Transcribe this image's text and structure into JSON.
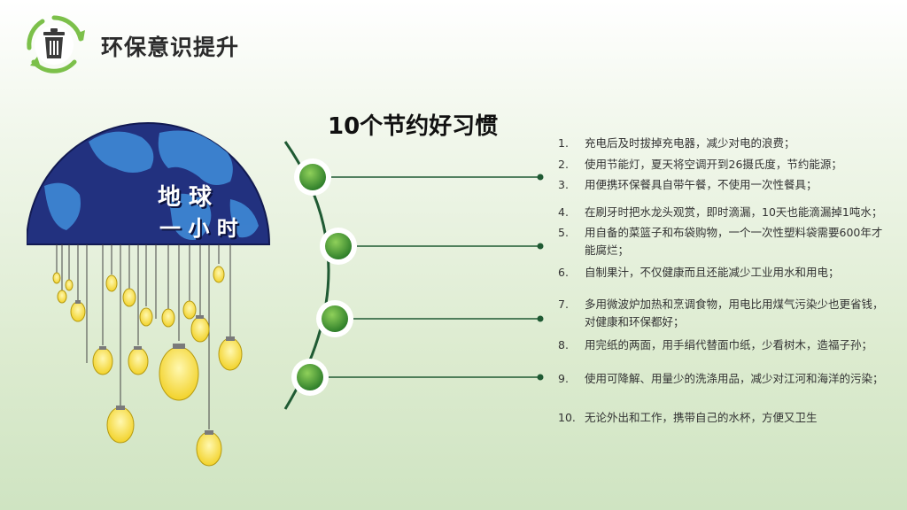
{
  "header": {
    "title": "环保意识提升",
    "logo_icon": "trash-can-recycle-icon"
  },
  "section_title": "10个节约好习惯",
  "illustration": {
    "globe_text_line1": "地 球",
    "globe_text_line2": "一 小 时"
  },
  "colors": {
    "accent_green": "#4e9a2c",
    "dark_green": "#1f5a33",
    "globe_blue": "#22317f"
  },
  "tips": [
    {
      "num": "1.",
      "text": "充电后及时拔掉充电器，减少对电的浪费；"
    },
    {
      "num": "2.",
      "text": "使用节能灯，夏天将空调开到26摄氏度，节约能源；"
    },
    {
      "num": "3.",
      "text": "用便携环保餐具自带午餐，不使用一次性餐具；"
    },
    {
      "num": "4.",
      "text": "在刷牙时把水龙头观赏，即时滴漏，10天也能滴漏掉1吨水；"
    },
    {
      "num": "5.",
      "text": "用自备的菜篮子和布袋购物，一个一次性塑料袋需要600年才能腐烂；"
    },
    {
      "num": "6.",
      "text": "自制果汁，不仅健康而且还能减少工业用水和用电；"
    },
    {
      "num": "7.",
      "text": "多用微波炉加热和烹调食物，用电比用煤气污染少也更省钱，对健康和环保都好；"
    },
    {
      "num": "8.",
      "text": "用完纸的两面，用手绢代替面巾纸，少看树木，造福子孙；"
    },
    {
      "num": "9.",
      "text": "使用可降解、用量少的洗涤用品，减少对江河和海洋的污染；"
    },
    {
      "num": "10.",
      "text": "无论外出和工作，携带自己的水杯，方便又卫生"
    }
  ]
}
